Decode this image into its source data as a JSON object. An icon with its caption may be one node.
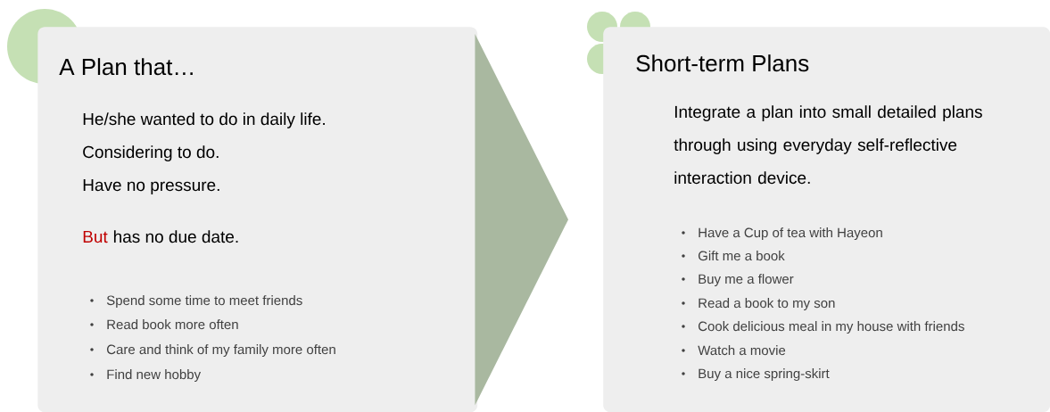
{
  "diagram": {
    "nodes": [
      {
        "text": [
          "A Plan that…",
          "He/she wanted to do in daily life.",
          "Considering to do.",
          "Have no pressure.",
          "But",
          "has no due date.",
          "Spend some time to meet friends",
          "Read book more often",
          "Care and think of my family more often",
          "Find new hobby"
        ]
      },
      {
        "text": [
          "Short-term Plans",
          "Integrate a plan into small detailed plans through using everyday self-reflective interaction device.",
          "Have a Cup of tea with Hayeon",
          "Gift me a book",
          "Buy me a flower",
          "Read a book to my son",
          "Cook delicious meal in my house with friends",
          "Watch a movie",
          "Buy a nice spring-skirt"
        ]
      }
    ],
    "edges": [
      {
        "from": 0,
        "to": 1,
        "arrow": "to"
      }
    ]
  }
}
